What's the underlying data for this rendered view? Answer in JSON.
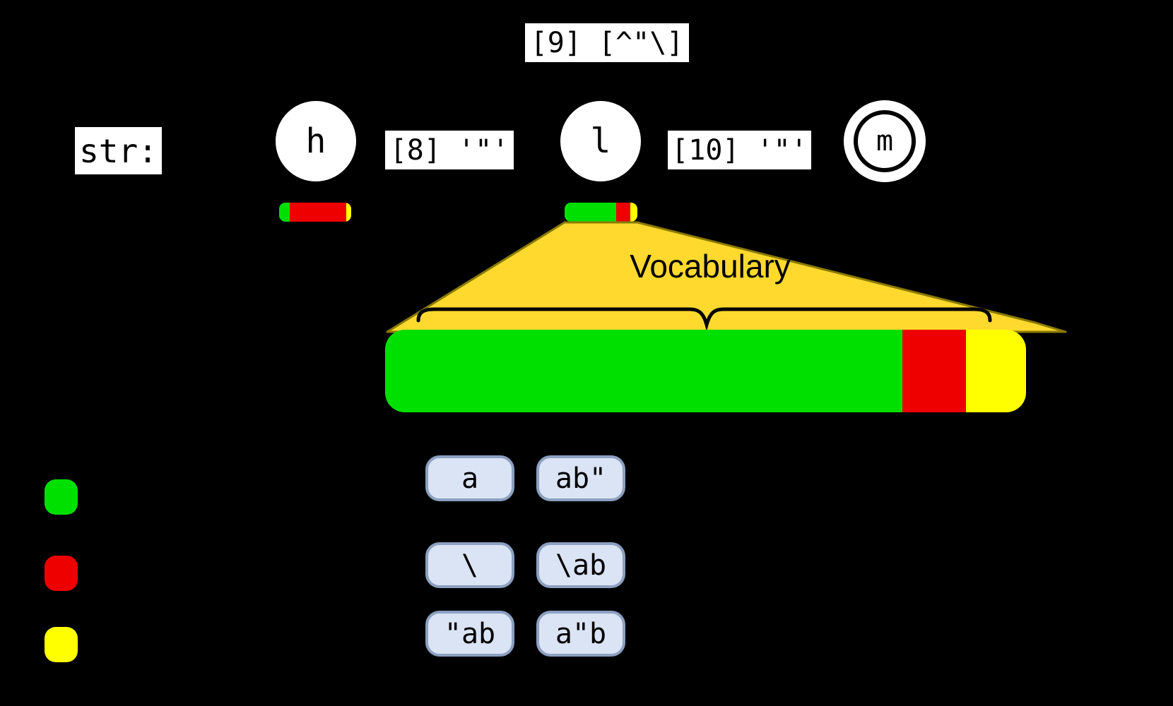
{
  "diagram": {
    "background": "#000000",
    "prefix_label": "str:",
    "states": [
      {
        "id": "h",
        "label": "h",
        "accepting": false
      },
      {
        "id": "l",
        "label": "l",
        "accepting": false
      },
      {
        "id": "m",
        "label": "m",
        "accepting": true
      }
    ],
    "transition_labels": {
      "self_loop_on_l": "[9] [^\"\\]",
      "h_to_l": "[8] '\"'",
      "l_to_m": "[10] '\"'"
    },
    "funnel_label": "Vocabulary",
    "colors": {
      "allowed_green": "#00e000",
      "rejected_red": "#ee0000",
      "special_yellow": "#ffff00",
      "funnel_fill": "#ffd92e",
      "funnel_stroke": "#8a7a00",
      "token_fill": "#dbe4f4",
      "token_border": "#8ca0c0"
    },
    "mask_bar_h": {
      "segments": [
        {
          "color": "#00e000",
          "pct": 14.7
        },
        {
          "color": "#ee0000",
          "pct": 78.4
        },
        {
          "color": "#ffff00",
          "pct": 6.9
        }
      ]
    },
    "mask_bar_l": {
      "segments": [
        {
          "color": "#00e000",
          "pct": 70.9
        },
        {
          "color": "#ee0000",
          "pct": 19.4
        },
        {
          "color": "#ffff00",
          "pct": 9.7
        }
      ]
    },
    "vocab_bar": {
      "segments": [
        {
          "color": "#00e000",
          "pct": 80.7
        },
        {
          "color": "#ee0000",
          "pct": 9.9
        },
        {
          "color": "#ffff00",
          "pct": 9.4
        }
      ]
    },
    "legend": [
      {
        "name": "green",
        "color": "#00e000"
      },
      {
        "name": "red",
        "color": "#ee0000"
      },
      {
        "name": "yellow",
        "color": "#ffff00"
      }
    ],
    "token_groups": [
      {
        "tokens": [
          "a",
          "ab\""
        ]
      },
      {
        "tokens": [
          "\\",
          "\\ab"
        ]
      },
      {
        "tokens": [
          "\"ab",
          "a\"b"
        ]
      }
    ]
  }
}
